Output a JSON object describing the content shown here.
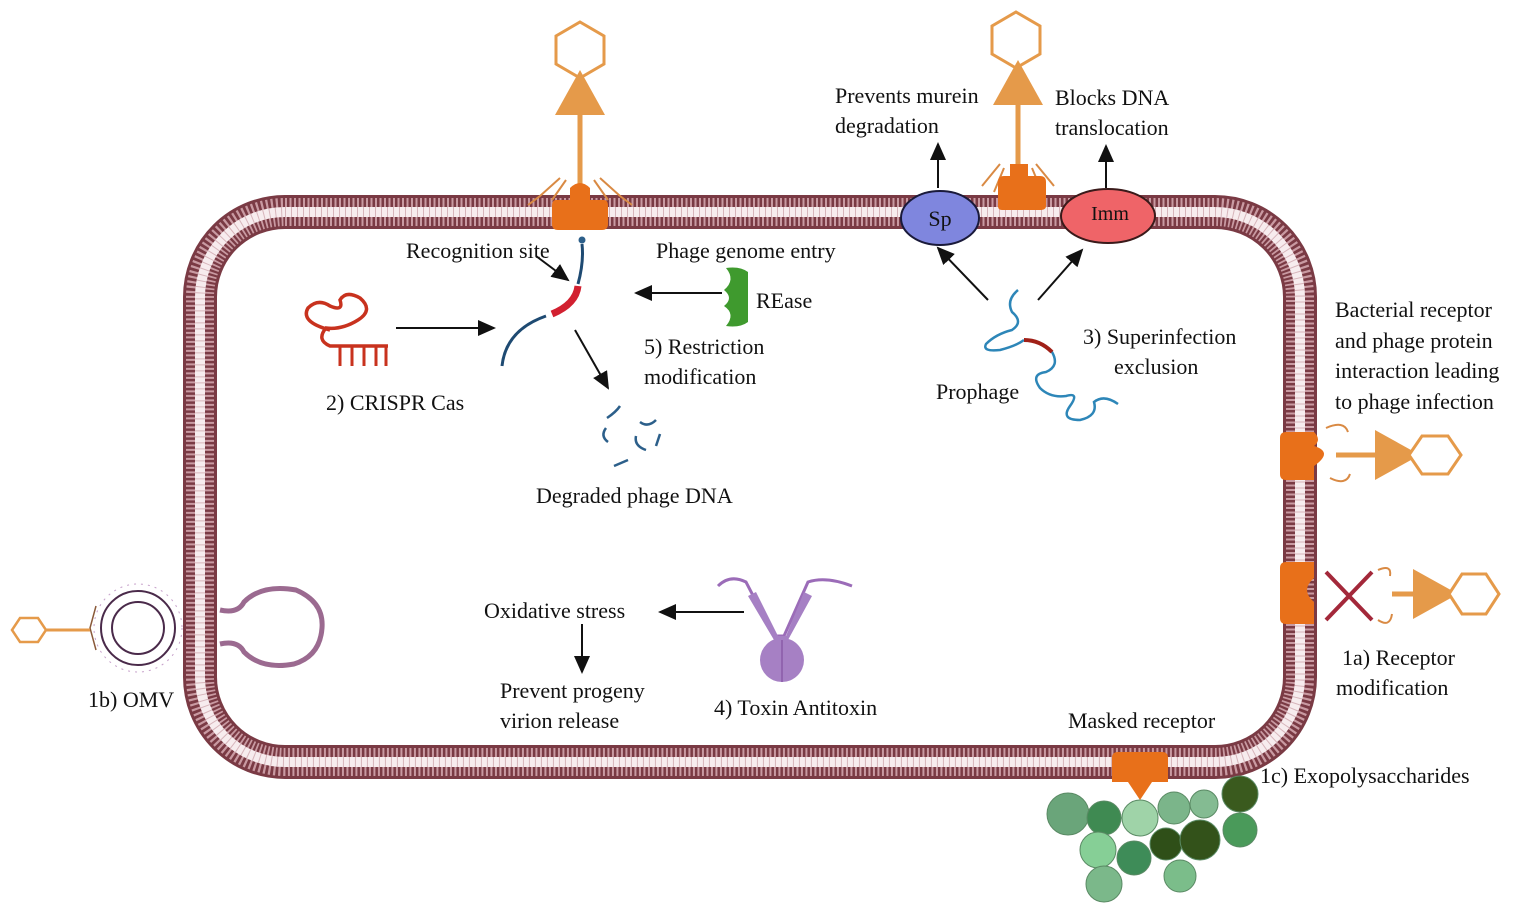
{
  "title": "Bacterial anti-phage defense mechanisms",
  "colors": {
    "membrane_outer": "#7a3a44",
    "membrane_inner": "#f3e4e6",
    "receptor": "#e8701a",
    "phage": "#e59a4a",
    "sp_fill": "#7f86de",
    "imm_fill": "#ef6468",
    "crispr": "#c8321e",
    "rease": "#3f9a2e",
    "dna": "#2c5f8a",
    "prophage": "#2d86b8",
    "toxin": "#9b6cb8",
    "omv": "#9b6a90",
    "block_x": "#a3283a"
  },
  "labels": {
    "recognition_site": "Recognition site",
    "phage_genome_entry": "Phage genome entry",
    "rease": "REase",
    "restriction": [
      "5) Restriction",
      "modification"
    ],
    "crispr": "2) CRISPR Cas",
    "degraded": "Degraded phage DNA",
    "sp": "Sp",
    "imm": "Imm",
    "prevents_murein": [
      "Prevents murein",
      "degradation"
    ],
    "blocks_dna": [
      "Blocks DNA",
      "translocation"
    ],
    "superinfection": [
      "3) Superinfection",
      "exclusion"
    ],
    "prophage": "Prophage",
    "bacterial_receptor": [
      "Bacterial receptor",
      "and phage protein",
      "interaction leading",
      "to phage infection"
    ],
    "receptor_mod": [
      "1a) Receptor",
      "modification"
    ],
    "omv": "1b) OMV",
    "oxidative": "Oxidative stress",
    "prevent_progeny": [
      "Prevent progeny",
      "virion release"
    ],
    "toxin": "4) Toxin Antitoxin",
    "masked": "Masked receptor",
    "exopoly": "1c) Exopolysaccharides"
  },
  "exopolysaccharide_beads": [
    {
      "shade": "#6aa57a"
    },
    {
      "shade": "#3f8a52"
    },
    {
      "shade": "#9fd3a8"
    },
    {
      "shade": "#7bb58a"
    },
    {
      "shade": "#84bb92"
    },
    {
      "shade": "#3a5a1e"
    },
    {
      "shade": "#86cf96"
    },
    {
      "shade": "#3e8c58"
    },
    {
      "shade": "#2f4f18"
    },
    {
      "shade": "#33521a"
    },
    {
      "shade": "#4a9a5a"
    },
    {
      "shade": "#7bb88a"
    },
    {
      "shade": "#7bbd8a"
    }
  ]
}
